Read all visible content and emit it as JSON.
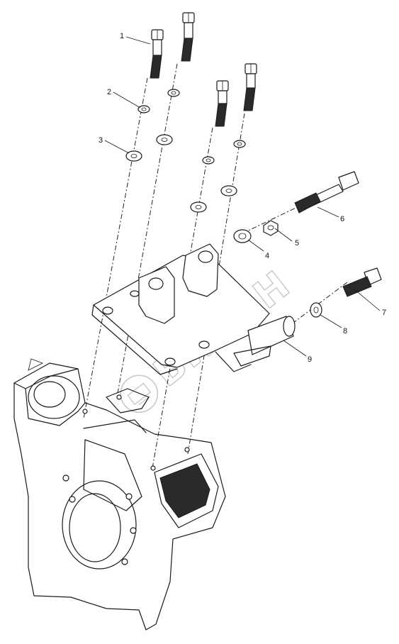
{
  "diagram": {
    "callouts": [
      {
        "id": "1",
        "label": "1"
      },
      {
        "id": "2",
        "label": "2"
      },
      {
        "id": "3",
        "label": "3"
      },
      {
        "id": "4",
        "label": "4"
      },
      {
        "id": "5",
        "label": "5"
      },
      {
        "id": "6",
        "label": "6"
      },
      {
        "id": "7",
        "label": "7"
      },
      {
        "id": "8",
        "label": "8"
      },
      {
        "id": "9",
        "label": "9"
      }
    ],
    "watermark": "БИЗОН",
    "line_color": "#1a1a1a",
    "watermark_color": "#9a9a9a"
  }
}
